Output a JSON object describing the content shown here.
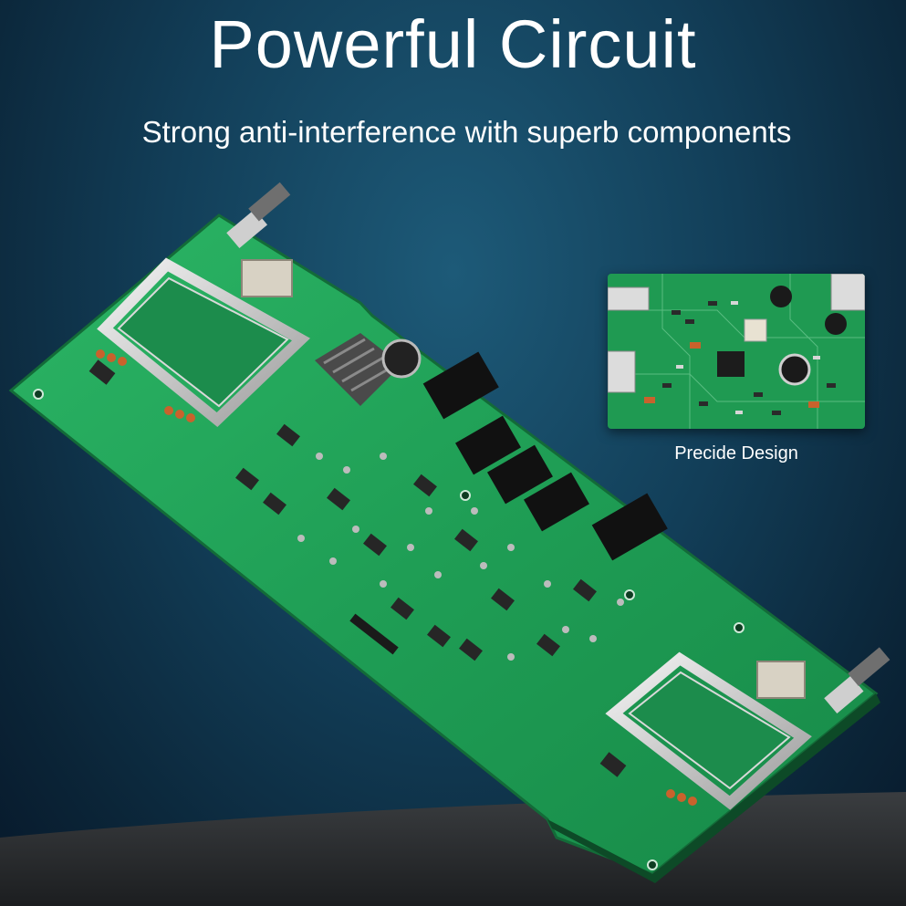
{
  "headline": "Powerful Circuit",
  "subheadline": "Strong anti-interference with superb components",
  "inset": {
    "caption": "Precide Design"
  },
  "colors": {
    "background": "#123e58",
    "board": "#1f9e55",
    "text": "#ffffff"
  },
  "icons": [
    "circuit-board-photo",
    "component-closeup-photo"
  ]
}
